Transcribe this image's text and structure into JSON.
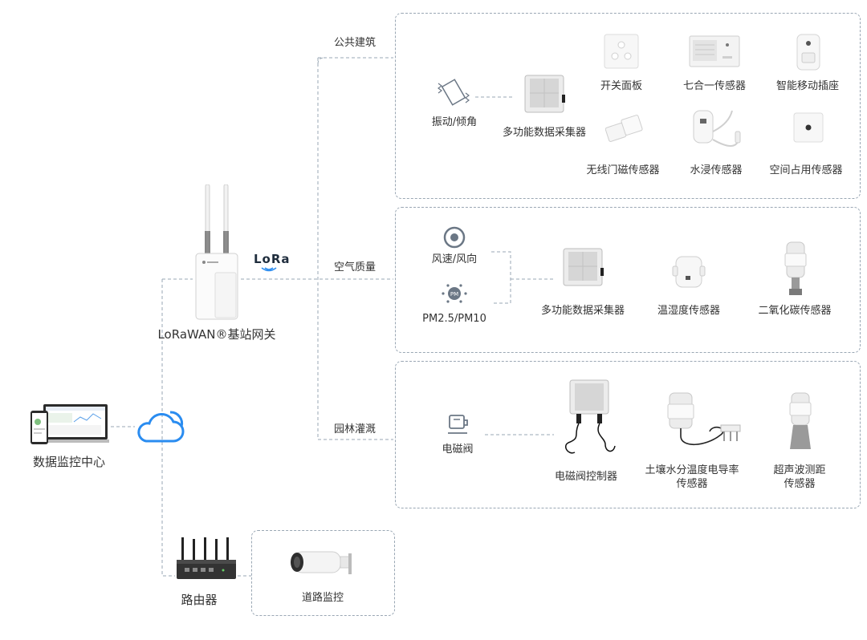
{
  "sections": {
    "public": "公共建筑",
    "air": "空气质量",
    "garden": "园林灌溉"
  },
  "gateway": {
    "label": "LoRaWAN®基站网关",
    "lora_badge": "LoRa"
  },
  "monitor": {
    "label": "数据监控中心"
  },
  "router": {
    "label": "路由器"
  },
  "road": {
    "label": "道路监控"
  },
  "public_box": {
    "vibration": "振动/倾角",
    "collector": "多功能数据采集器",
    "switch_panel": "开关面板",
    "seven_in_one": "七合一传感器",
    "smart_plug": "智能移动插座",
    "door_sensor": "无线门磁传感器",
    "water_leak": "水浸传感器",
    "occupancy": "空间占用传感器"
  },
  "air_box": {
    "wind": "风速/风向",
    "pm": "PM2.5/PM10",
    "pm_icon_text": "PM",
    "collector": "多功能数据采集器",
    "temp_humidity": "温湿度传感器",
    "co2": "二氧化碳传感器"
  },
  "garden_box": {
    "valve": "电磁阀",
    "valve_controller": "电磁阀控制器",
    "soil_line1": "土壤水分温度电导率",
    "soil_line2": "传感器",
    "ultra_line1": "超声波测距",
    "ultra_line2": "传感器"
  },
  "colors": {
    "line": "#9aa7b4",
    "cloud": "#2a8cf0",
    "accent": "#2a8cf0"
  }
}
